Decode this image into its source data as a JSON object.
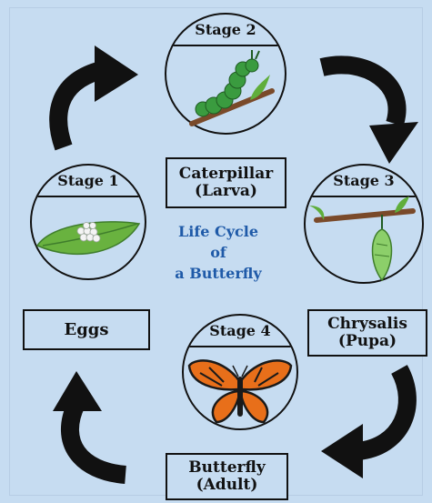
{
  "diagram": {
    "title_lines": [
      "Life Cycle",
      "of",
      "a Butterfly"
    ],
    "stages": [
      {
        "label": "Stage 1",
        "name_lines": [
          "Eggs"
        ]
      },
      {
        "label": "Stage 2",
        "name_lines": [
          "Caterpillar",
          "(Larva)"
        ]
      },
      {
        "label": "Stage 3",
        "name_lines": [
          "Chrysalis",
          "(Pupa)"
        ]
      },
      {
        "label": "Stage 4",
        "name_lines": [
          "Butterfly",
          "(Adult)"
        ]
      }
    ],
    "colors": {
      "background": "#c6dcf1",
      "title": "#1f5aa8",
      "leaf": "#69b23f",
      "wing": "#e86f1a"
    }
  }
}
